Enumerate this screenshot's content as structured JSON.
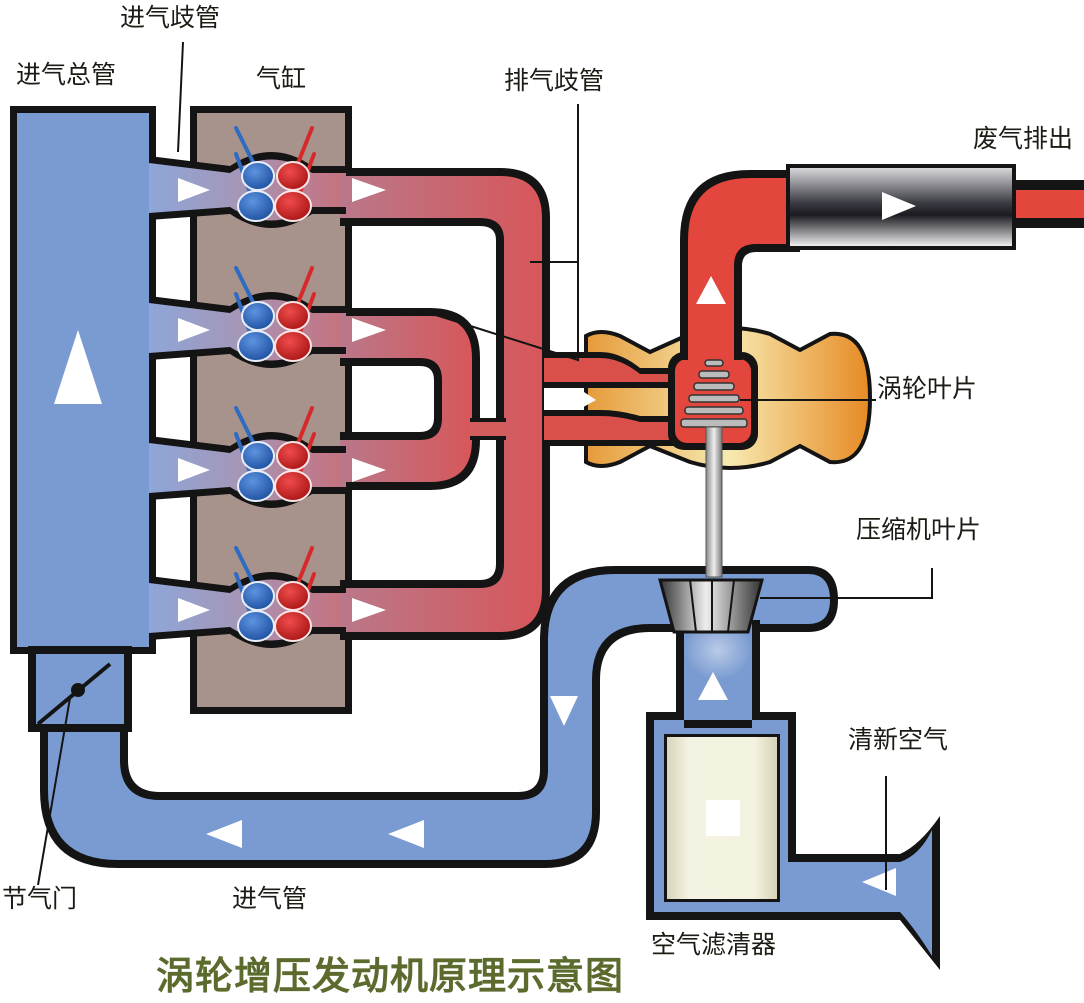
{
  "title": "涡轮增压发动机原理示意图",
  "labels": {
    "intake_plenum": "进气总管",
    "intake_runner": "进气歧管",
    "cylinder": "气缸",
    "exhaust_manifold": "排气歧管",
    "exhaust_out": "废气排出",
    "turbine_blades": "涡轮叶片",
    "compressor_blades": "压缩机叶片",
    "fresh_air": "清新空气",
    "air_filter": "空气滤清器",
    "intake_pipe": "进气管",
    "throttle": "节气门"
  },
  "components": {
    "cylinder_count": 4,
    "valves_per_cylinder": {
      "intake": 2,
      "exhaust": 2
    }
  },
  "colors": {
    "intake_air": "#7a9bd1",
    "exhaust_gas": "#d95650",
    "exhaust_hot": "#e2463c",
    "cylinder_block": "#a8938c",
    "turbo_housing": "#eba646",
    "filter_element": "#ece9d4",
    "outline": "#141414",
    "title": "#5b6b2e",
    "intake_valve": "#2f6bc0",
    "exhaust_valve": "#d62a2a"
  }
}
